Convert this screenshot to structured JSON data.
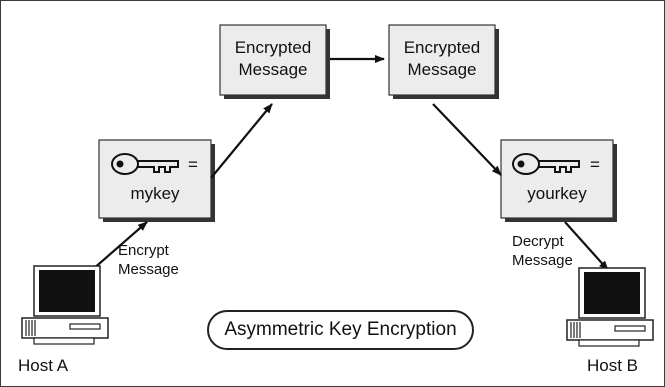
{
  "diagram": {
    "title": "Asymmetric Key Encryption",
    "host_a": "Host A",
    "host_b": "Host B",
    "box_left": {
      "key_label": "mykey",
      "equals": "="
    },
    "box_right": {
      "key_label": "yourkey",
      "equals": "="
    },
    "box_mid_left": {
      "line1": "Encrypted",
      "line2": "Message"
    },
    "box_mid_right": {
      "line1": "Encrypted",
      "line2": "Message"
    },
    "encrypt_step": {
      "line1": "Encrypt",
      "line2": "Message"
    },
    "decrypt_step": {
      "line1": "Decrypt",
      "line2": "Message"
    },
    "colors": {
      "box_fill": "#ececec",
      "line": "#111111",
      "screen": "#111111"
    },
    "icons": [
      "key-icon",
      "computer-icon",
      "arrow-icon"
    ]
  }
}
